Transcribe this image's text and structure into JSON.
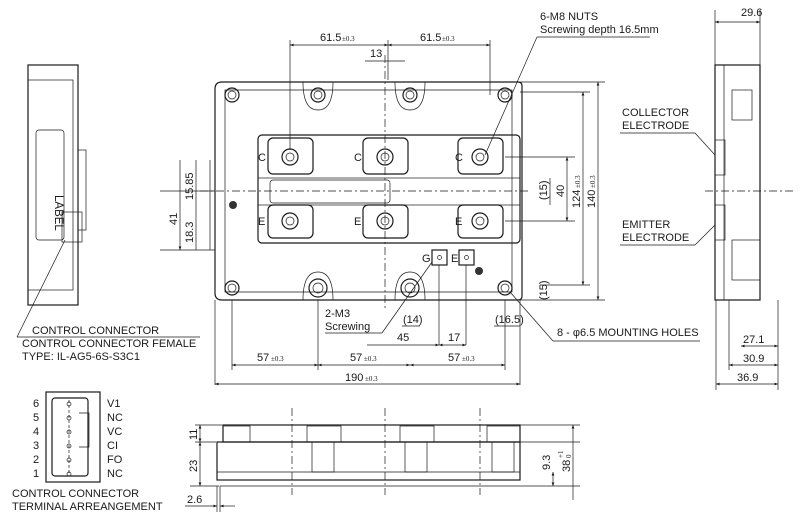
{
  "top_view": {
    "dim_pitch_left": "61.5",
    "dim_pitch_right": "61.5",
    "tol": "±0.3",
    "dim_offset": "13",
    "nuts_label": "6-M8 NUTS",
    "nuts_depth": "Screwing depth 16.5mm",
    "terminal_c": "C",
    "terminal_e": "E",
    "terminal_g": "G",
    "dim_15_top": "(15)",
    "dim_40": "40",
    "dim_124": "124",
    "dim_140": "140",
    "dim_15_bottom": "(15)",
    "dim_41": "41",
    "dim_18_3": "18.3",
    "dim_15_85": "15.85",
    "m3_label_1": "2-M3",
    "m3_label_2": "Screwing",
    "dim_14": "(14)",
    "dim_45": "45",
    "dim_17": "17",
    "dim_16_5": "(16.5)",
    "mounting_holes": "8 - φ6.5 MOUNTING HOLES",
    "dim_57": "57",
    "dim_190": "190"
  },
  "side_view_right": {
    "dim_29_6": "29.6",
    "collector_1": "COLLECTOR",
    "collector_2": "ELECTRODE",
    "emitter_1": "EMITTER",
    "emitter_2": "ELECTRODE",
    "dim_27_1": "27.1",
    "dim_30_9": "30.9",
    "dim_36_9": "36.9"
  },
  "side_view_left": {
    "label_text": "LABEL",
    "connector_1": "CONTROL CONNECTOR",
    "connector_2": "CONTROL CONNECTOR FEMALE",
    "connector_3": "TYPE: IL-AG5-6S-S3C1"
  },
  "connector_diagram": {
    "pins": [
      {
        "num": "6",
        "name": "V1"
      },
      {
        "num": "5",
        "name": "NC"
      },
      {
        "num": "4",
        "name": "VC"
      },
      {
        "num": "3",
        "name": "CI"
      },
      {
        "num": "2",
        "name": "FO"
      },
      {
        "num": "1",
        "name": "NC"
      }
    ],
    "caption_1": "CONTROL CONNECTOR",
    "caption_2": "TERMINAL ARREANGEMENT"
  },
  "bottom_view": {
    "dim_11": "11",
    "dim_23": "23",
    "dim_2_6": "2.6",
    "dim_9_3": "9.3",
    "dim_38": "38",
    "dim_38_tol_plus": "+1",
    "dim_38_tol_minus": "0"
  }
}
